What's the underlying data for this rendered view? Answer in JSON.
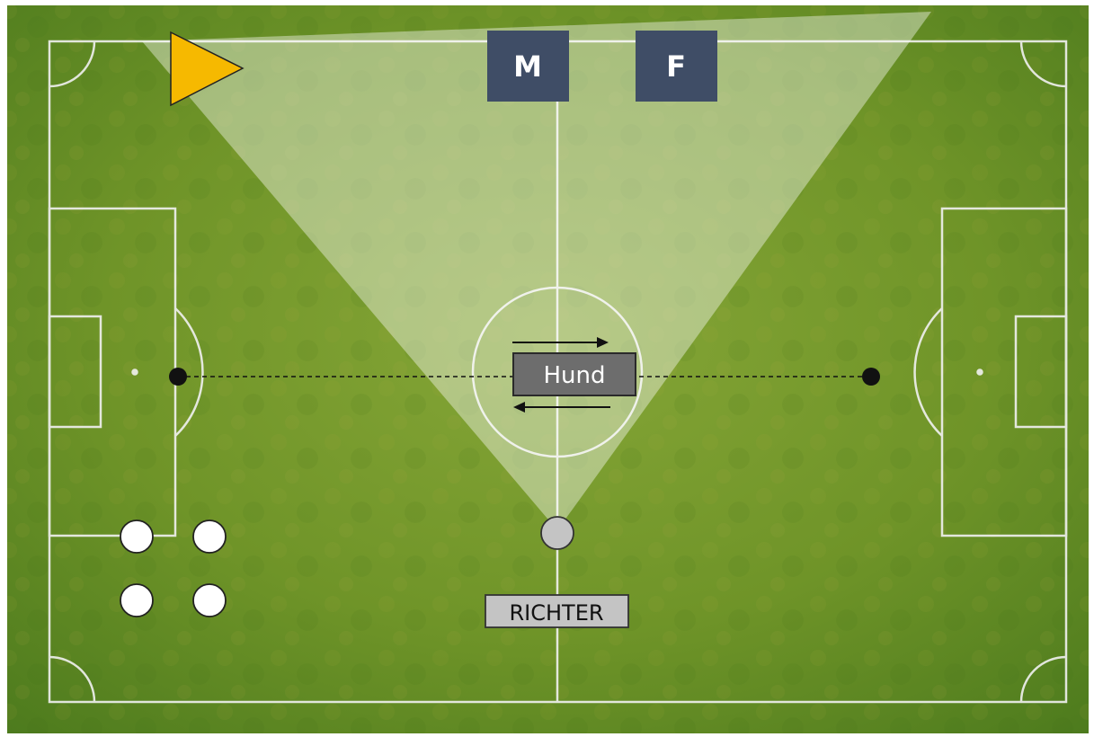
{
  "diagram": {
    "labels": {
      "marker_m": "M",
      "marker_f": "F",
      "dog": "Hund",
      "judge": "RICHTER"
    },
    "colors": {
      "grass_dark": "#4f7d1f",
      "grass_light": "#7ea030",
      "line": "#f3f3f3",
      "view_cone": "#ffffff",
      "marker_box": "#3f4d66",
      "flag": "#f5b800",
      "dog_box": "#6e6e6e",
      "judge_box": "#c4c4c4",
      "judge_circle": "#c6c6c6",
      "players": "#ffffff"
    },
    "icons": [
      "flag-triangle-icon",
      "judge-position-icon",
      "arrow-right-icon",
      "arrow-left-icon"
    ]
  }
}
